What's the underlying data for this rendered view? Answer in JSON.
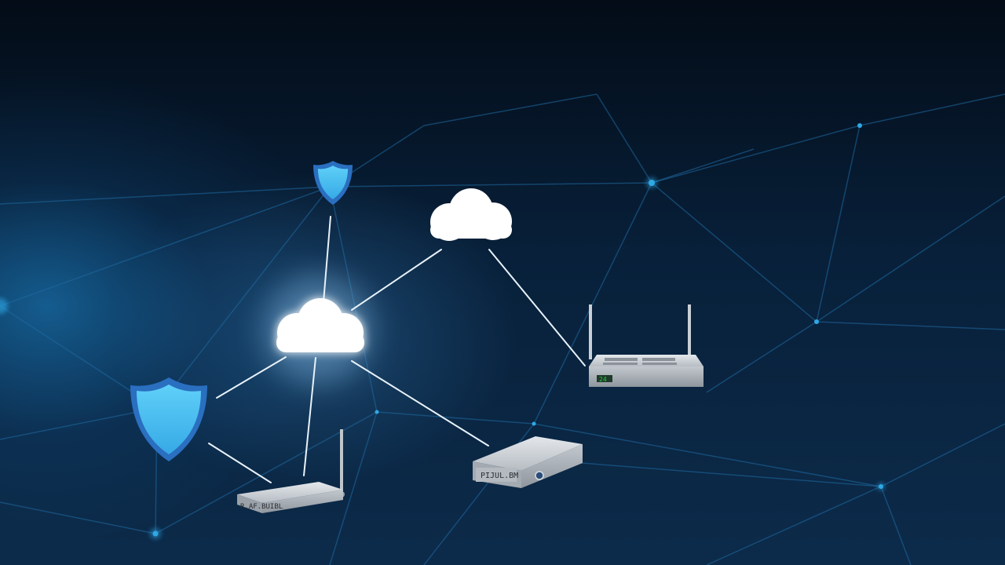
{
  "devices": {
    "router_left_label": "R.AF.BUIBL",
    "server_label": "PIJUL.BM",
    "router_right_label": "24"
  },
  "colors": {
    "background_top": "#030c17",
    "background_bottom": "#0c2b4a",
    "grid_line": "#1f6aa0",
    "grid_node": "#2fa8e6",
    "link_line": "#e8f2fa",
    "shield_fill": "#4cc1f2",
    "shield_border": "#2a6fc0",
    "cloud_fill": "#ffffff",
    "device_body": "#c9ced3",
    "status_led": "#2ecc40"
  },
  "icons": {
    "clouds": [
      "cloud-icon",
      "cloud-icon"
    ],
    "shields": [
      "shield-icon",
      "shield-icon"
    ],
    "devices": [
      "router-icon",
      "server-icon",
      "router-icon"
    ]
  }
}
